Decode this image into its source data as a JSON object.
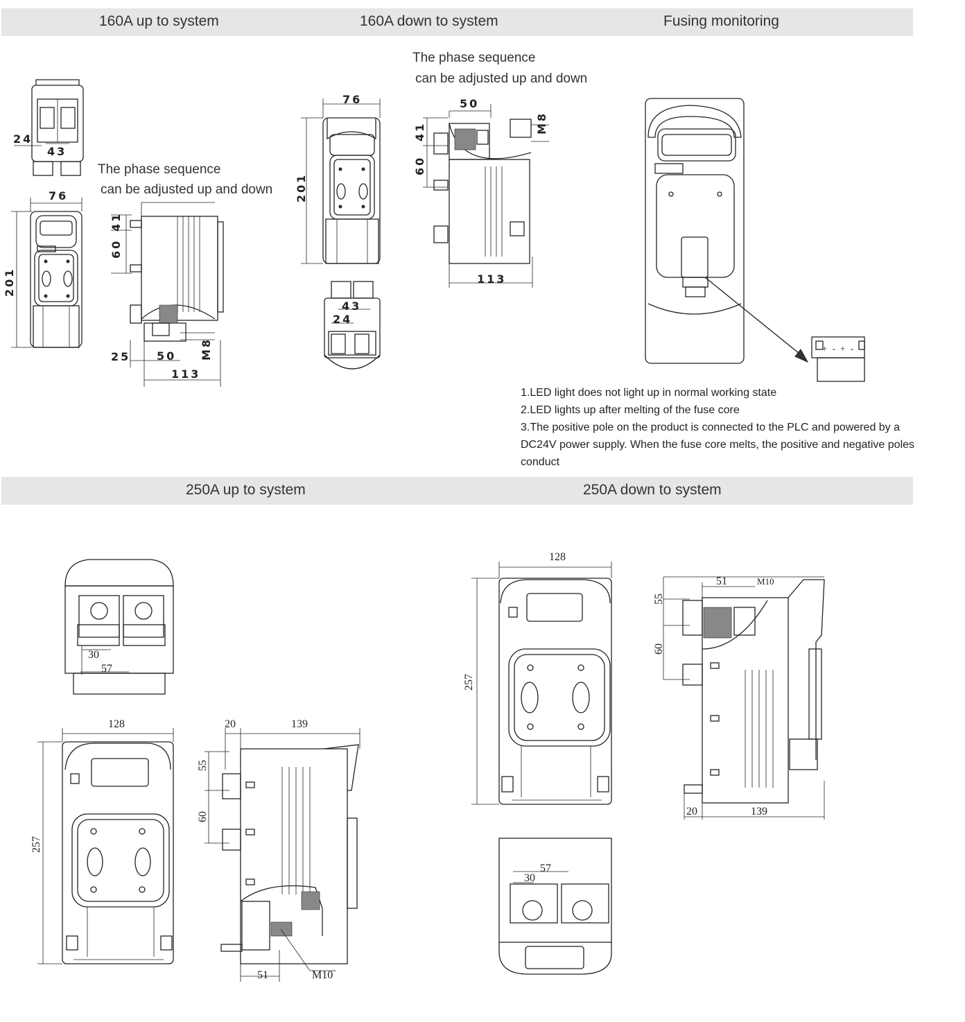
{
  "sections": {
    "s160_up": "160A up to system",
    "s160_down": "160A down to system",
    "fusing": "Fusing monitoring",
    "s250_up": "250A up to system",
    "s250_down": "250A down to system"
  },
  "phase_note": {
    "line1": "The phase sequence",
    "line2": "can be adjusted up and down"
  },
  "notes": [
    "1.LED light does not light up in normal working state",
    "2.LED lights up after melting of the fuse core",
    "3.The positive pole on the product is connected to the PLC and powered by a",
    "DC24V power supply. When the fuse core melts, the positive and negative poles",
    "conduct"
  ],
  "dims_160": {
    "d24": "24",
    "d43": "43",
    "d76": "76",
    "d201": "201",
    "d41": "41",
    "d60": "60",
    "d25": "25",
    "d50": "50",
    "m8": "M8",
    "d113": "113"
  },
  "dims_250": {
    "d30": "30",
    "d57": "57",
    "d128": "128",
    "d257": "257",
    "d20": "20",
    "d139": "139",
    "d55": "55",
    "d60": "60",
    "d51": "51",
    "m10": "M10"
  },
  "connector_symbols": "+ - + -"
}
